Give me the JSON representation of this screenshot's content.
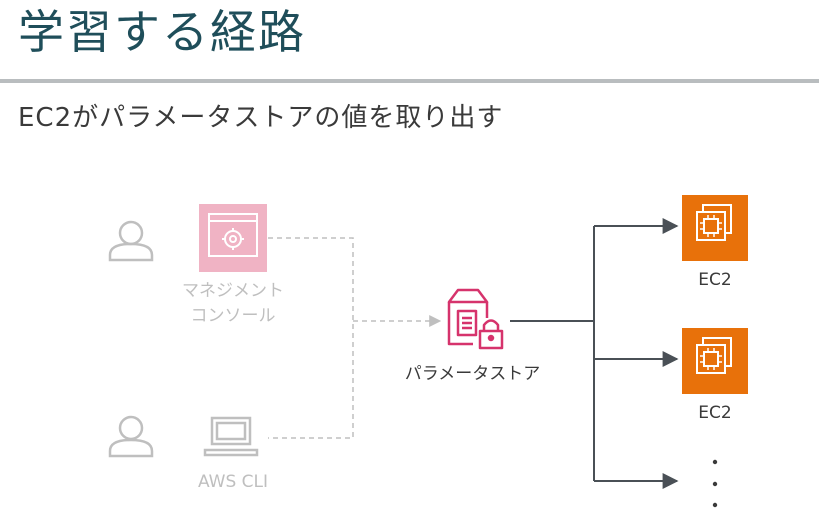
{
  "header": {
    "title": "学習する経路",
    "subtitle": "EC2がパラメータストアの値を取り出す"
  },
  "diagram": {
    "sources": [
      {
        "icon": "user-icon",
        "service_icon": "management-console-icon",
        "label_line1": "マネジメント",
        "label_line2": "コンソール"
      },
      {
        "icon": "user-icon",
        "service_icon": "laptop-icon",
        "label_line1": "AWS CLI"
      }
    ],
    "hub": {
      "icon": "parameter-store-icon",
      "label": "パラメータストア"
    },
    "targets": [
      {
        "icon": "ec2-instance-icon",
        "label": "EC2"
      },
      {
        "icon": "ec2-instance-icon",
        "label": "EC2"
      },
      {
        "icon": "ellipsis-vertical",
        "label": "⋮"
      }
    ],
    "colors": {
      "title": "#1f4e5a",
      "rule": "#b9bdbf",
      "console_pink": "#f0b3c4",
      "parameter_store_pink": "#d6336c",
      "ec2_orange": "#e8710a",
      "gray": "#bfbfbf",
      "connector": "#4a5056"
    }
  }
}
